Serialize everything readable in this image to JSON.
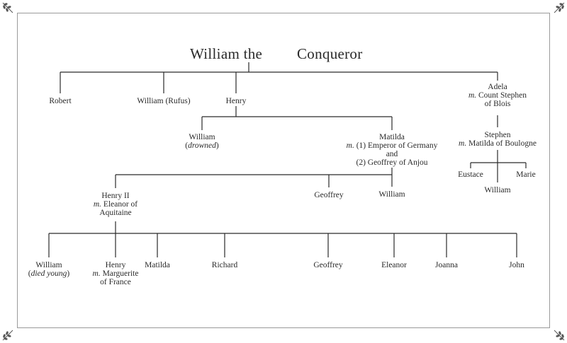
{
  "title": {
    "left": "William the",
    "right": "Conqueror"
  },
  "colors": {
    "frame": "#9a9a9a",
    "line": "#2a2a2a",
    "text": "#2a2a2a"
  },
  "corner_ornament_icon": "sprig-ornament-icon",
  "gen1": {
    "robert": "Robert",
    "william_rufus": "William (Rufus)",
    "henry": "Henry",
    "adela": {
      "name": "Adela",
      "marriage_prefix": "m.",
      "marriage": "Count Stephen",
      "marriage_2": "of Blois"
    }
  },
  "gen2": {
    "william": {
      "name": "William",
      "note": "drowned"
    },
    "matilda": {
      "name": "Matilda",
      "marriage_prefix": "m.",
      "line1": "(1) Emperor of Germany",
      "line2": "and",
      "line3": "(2) Geoffrey of Anjou"
    },
    "stephen": {
      "name": "Stephen",
      "marriage_prefix": "m.",
      "marriage": "Matilda of Boulogne"
    }
  },
  "gen3": {
    "henry_ii": {
      "name": "Henry II",
      "marriage_prefix": "m.",
      "marriage": "Eleanor of",
      "marriage_2": "Aquitaine"
    },
    "geoffrey": "Geoffrey",
    "william": "William",
    "eustace": "Eustace",
    "william_b": "William",
    "marie": "Marie"
  },
  "gen4": {
    "william": {
      "name": "William",
      "note": "died young"
    },
    "henry": {
      "name": "Henry",
      "marriage_prefix": "m.",
      "marriage": "Marguerite",
      "marriage_2": "of France"
    },
    "matilda": "Matilda",
    "richard": "Richard",
    "geoffrey": "Geoffrey",
    "eleanor": "Eleanor",
    "joanna": "Joanna",
    "john": "John"
  }
}
